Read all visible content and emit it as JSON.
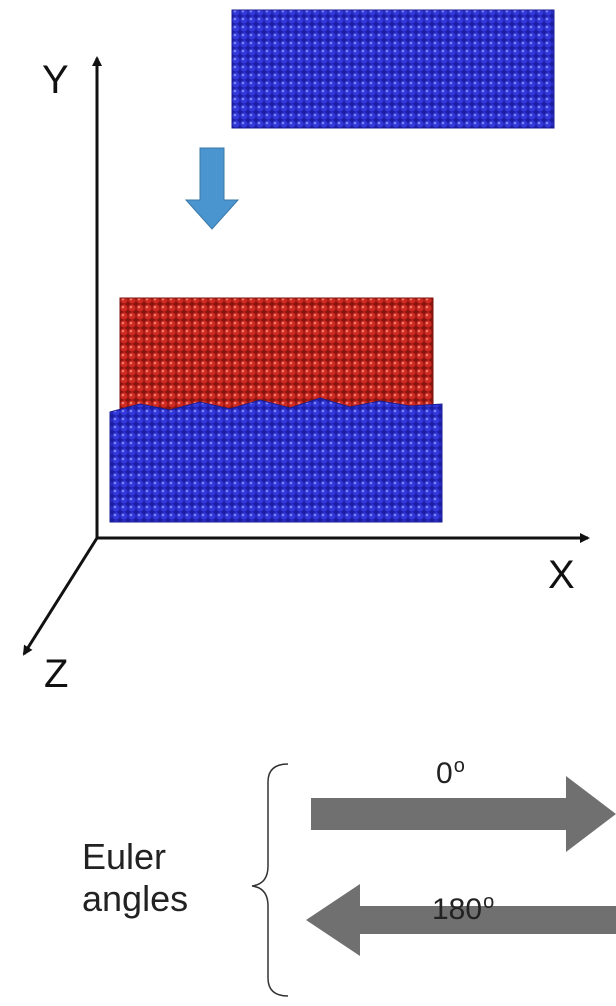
{
  "axes": {
    "y_label": "Y",
    "x_label": "X",
    "z_label": "Z"
  },
  "euler": {
    "label_line1": "Euler",
    "label_line2": "angles",
    "angle_top_value": "0",
    "angle_bottom_value": "180",
    "degree_mark": "o"
  },
  "colors": {
    "blue_atoms": "#2a2fd0",
    "red_atoms": "#c8261e",
    "move_arrow": "#4a95cf",
    "gray_arrow": "#707070",
    "axis": "#111111"
  }
}
